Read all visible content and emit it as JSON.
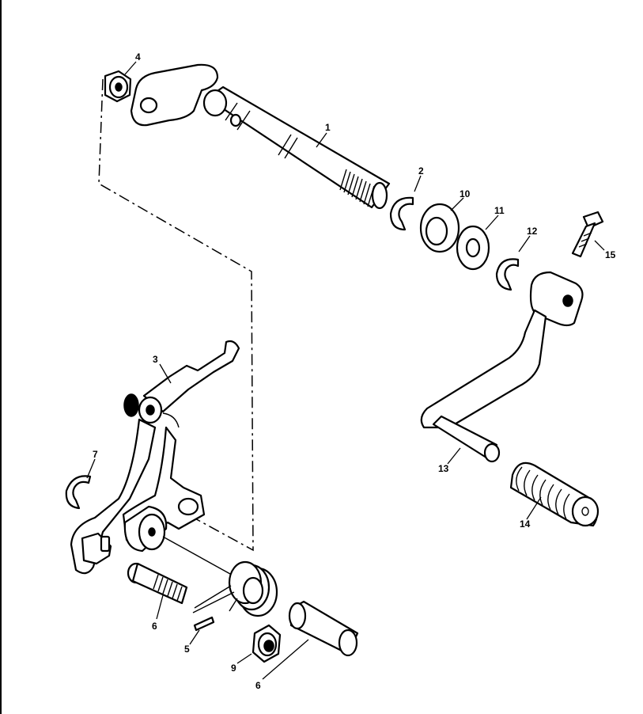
{
  "callouts": {
    "c1": "1",
    "c2": "2",
    "c3": "3",
    "c4": "4",
    "c5": "5",
    "c6a": "6",
    "c6b": "6",
    "c7": "7",
    "c9": "9",
    "c10": "10",
    "c11": "11",
    "c12": "12",
    "c13": "13",
    "c14": "14",
    "c15": "15"
  },
  "colors": {
    "ink": "#000000",
    "paper": "#ffffff"
  }
}
